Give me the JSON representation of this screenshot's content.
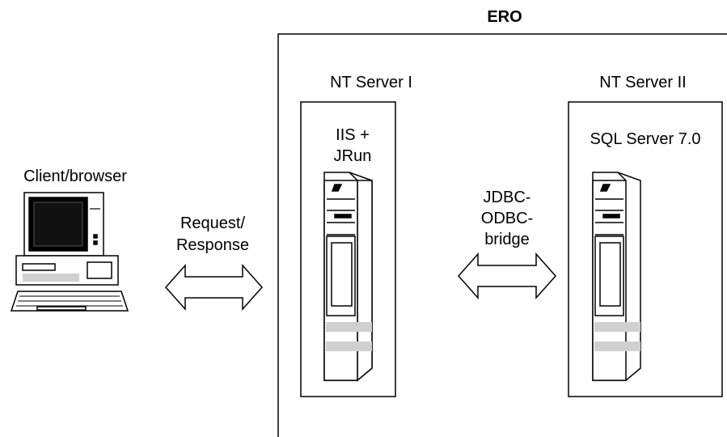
{
  "ero_label": "ERO",
  "client": {
    "label": "Client/browser"
  },
  "link_client": {
    "line1": "Request/",
    "line2": "Response"
  },
  "server1": {
    "title": "NT Server I",
    "software_line1": "IIS +",
    "software_line2": "JRun"
  },
  "server2": {
    "title": "NT Server II",
    "software": "SQL Server 7.0"
  },
  "link_servers": {
    "line1": "JDBC-",
    "line2": "ODBC-",
    "line3": "bridge"
  },
  "colors": {
    "stroke": "#000000",
    "screen": "#000000",
    "slot": "#d0d0d0",
    "background": "#ffffff"
  }
}
